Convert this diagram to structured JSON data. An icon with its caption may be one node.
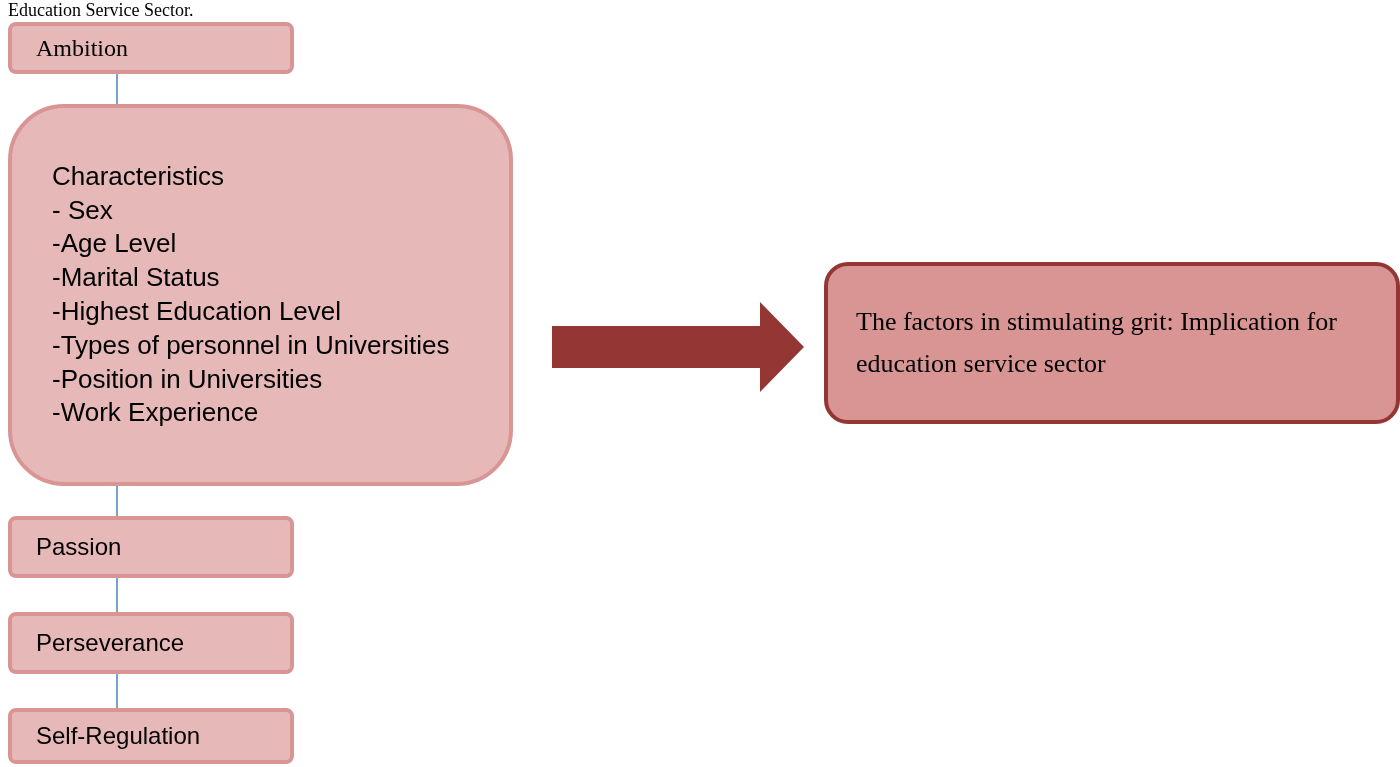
{
  "diagram": {
    "nodes": [
      {
        "text": [
          "Ambition"
        ]
      },
      {
        "text": [
          "Characteristics",
          "- Sex",
          "-Age Level",
          "-Marital Status",
          "-Highest Education Level",
          "-Types of personnel in Universities",
          "-Position in Universities",
          "-Work Experience"
        ]
      },
      {
        "text": [
          "Passion"
        ]
      },
      {
        "text": [
          "Perseverance"
        ]
      },
      {
        "text": [
          "Self-Regulation"
        ]
      },
      {
        "text": [
          "The factors in stimulating grit: Implication for education service sector"
        ]
      }
    ],
    "edges": [
      {
        "from": 0,
        "to": 1,
        "arrow": "none"
      },
      {
        "from": 1,
        "to": 2,
        "arrow": "none"
      },
      {
        "from": 2,
        "to": 3,
        "arrow": "none"
      },
      {
        "from": 3,
        "to": 4,
        "arrow": "none"
      },
      {
        "from": 1,
        "to": 5,
        "arrow": "to",
        "style": "thick",
        "color": "#943634"
      }
    ],
    "labels": [
      "Education Service Sector."
    ]
  }
}
